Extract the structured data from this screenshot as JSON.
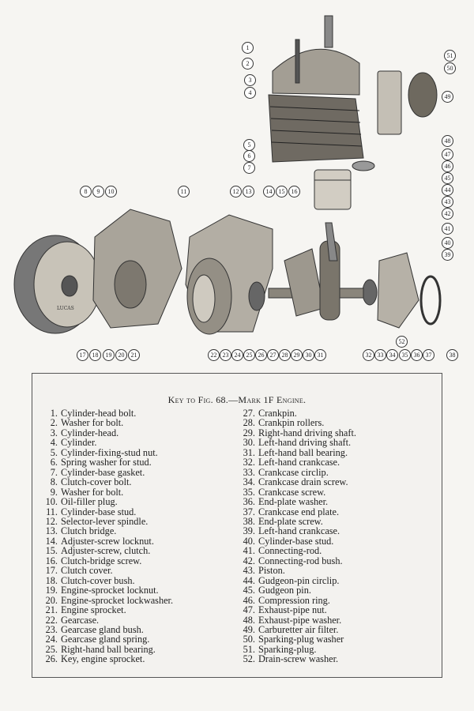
{
  "figure": {
    "callouts": [
      "1",
      "2",
      "3",
      "4",
      "5",
      "6",
      "7",
      "8",
      "9",
      "10",
      "11",
      "12",
      "13",
      "14",
      "15",
      "16",
      "17",
      "18",
      "19",
      "20",
      "21",
      "22",
      "23",
      "24",
      "25",
      "26",
      "27",
      "28",
      "29",
      "30",
      "31",
      "32",
      "33",
      "34",
      "35",
      "36",
      "37",
      "38",
      "39",
      "40",
      "41",
      "42",
      "43",
      "44",
      "45",
      "46",
      "47",
      "48",
      "49",
      "50",
      "51",
      "52"
    ],
    "magneto_plate_text": "LUCAS"
  },
  "key": {
    "title": "Key to Fig. 68.—Mark 1F Engine.",
    "items": [
      {
        "n": "1.",
        "label": "Cylinder-head bolt."
      },
      {
        "n": "2.",
        "label": "Washer for bolt."
      },
      {
        "n": "3.",
        "label": "Cylinder-head."
      },
      {
        "n": "4.",
        "label": "Cylinder."
      },
      {
        "n": "5.",
        "label": "Cylinder-fixing-stud nut."
      },
      {
        "n": "6.",
        "label": "Spring washer for stud."
      },
      {
        "n": "7.",
        "label": "Cylinder-base gasket."
      },
      {
        "n": "8.",
        "label": "Clutch-cover bolt."
      },
      {
        "n": "9.",
        "label": "Washer for bolt."
      },
      {
        "n": "10.",
        "label": "Oil-filler plug."
      },
      {
        "n": "11.",
        "label": "Cylinder-base stud."
      },
      {
        "n": "12.",
        "label": "Selector-lever spindle."
      },
      {
        "n": "13.",
        "label": "Clutch bridge."
      },
      {
        "n": "14.",
        "label": "Adjuster-screw locknut."
      },
      {
        "n": "15.",
        "label": "Adjuster-screw, clutch."
      },
      {
        "n": "16.",
        "label": "Clutch-bridge screw."
      },
      {
        "n": "17.",
        "label": "Clutch cover."
      },
      {
        "n": "18.",
        "label": "Clutch-cover bush."
      },
      {
        "n": "19.",
        "label": "Engine-sprocket locknut."
      },
      {
        "n": "20.",
        "label": "Engine-sprocket lockwasher."
      },
      {
        "n": "21.",
        "label": "Engine sprocket."
      },
      {
        "n": "22.",
        "label": "Gearcase."
      },
      {
        "n": "23.",
        "label": "Gearcase gland bush."
      },
      {
        "n": "24.",
        "label": "Gearcase gland spring."
      },
      {
        "n": "25.",
        "label": "Right-hand ball bearing."
      },
      {
        "n": "26.",
        "label": "Key, engine sprocket."
      },
      {
        "n": "27.",
        "label": "Crankpin."
      },
      {
        "n": "28.",
        "label": "Crankpin rollers."
      },
      {
        "n": "29.",
        "label": "Right-hand driving shaft."
      },
      {
        "n": "30.",
        "label": "Left-hand driving shaft."
      },
      {
        "n": "31.",
        "label": "Left-hand ball bearing."
      },
      {
        "n": "32.",
        "label": "Left-hand crankcase."
      },
      {
        "n": "33.",
        "label": "Crankcase circlip."
      },
      {
        "n": "34.",
        "label": "Crankcase drain screw."
      },
      {
        "n": "35.",
        "label": "Crankcase screw."
      },
      {
        "n": "36.",
        "label": "End-plate washer."
      },
      {
        "n": "37.",
        "label": "Crankcase end plate."
      },
      {
        "n": "38.",
        "label": "End-plate screw."
      },
      {
        "n": "39.",
        "label": "Left-hand crankcase."
      },
      {
        "n": "40.",
        "label": "Cylinder-base stud."
      },
      {
        "n": "41.",
        "label": "Connecting-rod."
      },
      {
        "n": "42.",
        "label": "Connecting-rod bush."
      },
      {
        "n": "43.",
        "label": "Piston."
      },
      {
        "n": "44.",
        "label": "Gudgeon-pin circlip."
      },
      {
        "n": "45.",
        "label": "Gudgeon pin."
      },
      {
        "n": "46.",
        "label": "Compression ring."
      },
      {
        "n": "47.",
        "label": "Exhaust-pipe nut."
      },
      {
        "n": "48.",
        "label": "Exhaust-pipe washer."
      },
      {
        "n": "49.",
        "label": "Carburetter air filter."
      },
      {
        "n": "50.",
        "label": "Sparking-plug washer"
      },
      {
        "n": "51.",
        "label": "Sparking-plug."
      },
      {
        "n": "52.",
        "label": "Drain-screw washer."
      }
    ]
  }
}
